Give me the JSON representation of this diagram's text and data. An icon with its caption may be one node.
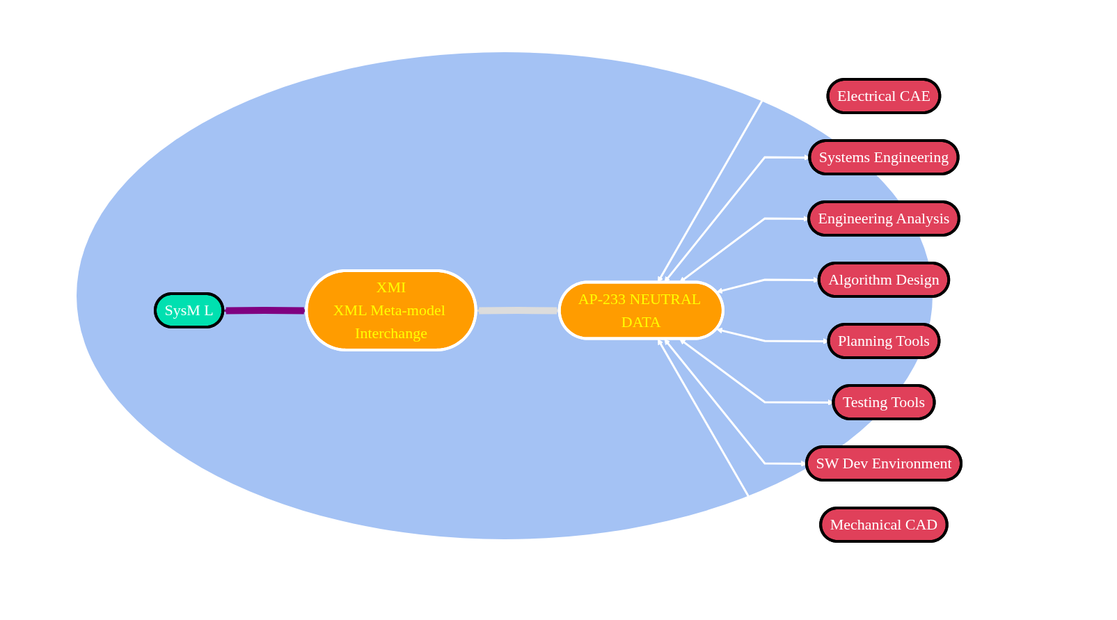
{
  "diagram": {
    "nodes": [
      {
        "text": [
          "SysM L"
        ]
      },
      {
        "text": [
          "XMI",
          "XML Meta-model Interchange"
        ]
      },
      {
        "text": [
          "AP-233 NEUTRAL DATA"
        ]
      },
      {
        "text": [
          "Electrical CAE"
        ]
      },
      {
        "text": [
          "Systems Engineering"
        ]
      },
      {
        "text": [
          "Engineering Analysis"
        ]
      },
      {
        "text": [
          "Algorithm Design"
        ]
      },
      {
        "text": [
          "Planning Tools"
        ]
      },
      {
        "text": [
          "Testing Tools"
        ]
      },
      {
        "text": [
          "SW Dev Environment"
        ]
      },
      {
        "text": [
          "Mechanical CAD"
        ]
      }
    ],
    "edges": [
      {
        "from": 0,
        "to": 1,
        "arrow": "both",
        "style": "thick",
        "color": "#800080"
      },
      {
        "from": 1,
        "to": 2,
        "arrow": "both",
        "style": "thick",
        "color": "#dcdcdc"
      },
      {
        "from": 2,
        "to": 3,
        "arrow": "both"
      },
      {
        "from": 2,
        "to": 4,
        "arrow": "both"
      },
      {
        "from": 2,
        "to": 5,
        "arrow": "both"
      },
      {
        "from": 2,
        "to": 6,
        "arrow": "both"
      },
      {
        "from": 2,
        "to": 7,
        "arrow": "both"
      },
      {
        "from": 2,
        "to": 8,
        "arrow": "both"
      },
      {
        "from": 2,
        "to": 9,
        "arrow": "both"
      },
      {
        "from": 2,
        "to": 10,
        "arrow": "both"
      }
    ]
  }
}
